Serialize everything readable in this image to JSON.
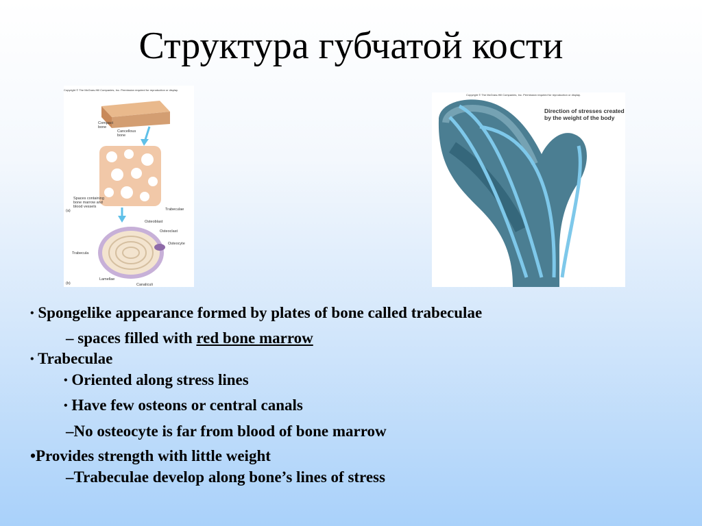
{
  "slide": {
    "title": "Структура губчатой кости"
  },
  "figure_left": {
    "copyright": "Copyright © The McGraw-Hill Companies, Inc. Permission required for reproduction or display.",
    "labels": {
      "compact_bone_1": "Compact",
      "compact_bone_2": "bone",
      "cancellous_bone_1": "Cancellous",
      "cancellous_bone_2": "bone",
      "spaces_1": "Spaces containing",
      "spaces_2": "bone marrow and",
      "spaces_3": "blood vessels",
      "trabeculae": "Trabeculae",
      "part_a": "(a)",
      "osteoblast": "Osteoblast",
      "osteoclast": "Osteoclast",
      "osteocyte": "Osteocyte",
      "trabecula": "Trabecula",
      "lamellae": "Lamellae",
      "canaliculi": "Canaliculi",
      "part_b": "(b)"
    }
  },
  "figure_right": {
    "copyright": "Copyright © The McGraw-Hill Companies, Inc. Permission required for reproduction or display.",
    "caption_1": "Direction of stresses created",
    "caption_2": "by the weight of the body"
  },
  "bullets": {
    "b1_marker": "•",
    "b1": "Spongelike appearance formed by plates of bone called trabeculae",
    "b1_sub_prefix": "– spaces filled with ",
    "b1_sub_underlined": "red bone marrow",
    "b2_marker": "•",
    "b2": "Trabeculae",
    "b2_sub1_marker": "•",
    "b2_sub1": "Oriented along stress lines",
    "b2_sub2_marker": "•",
    "b2_sub2": "Have few osteons or  central canals",
    "b2_sub3": "–No osteocyte is far from blood of bone marrow",
    "b3": "•Provides strength with little weight",
    "b3_sub": "–Trabeculae  develop along bone’s lines of stress"
  }
}
